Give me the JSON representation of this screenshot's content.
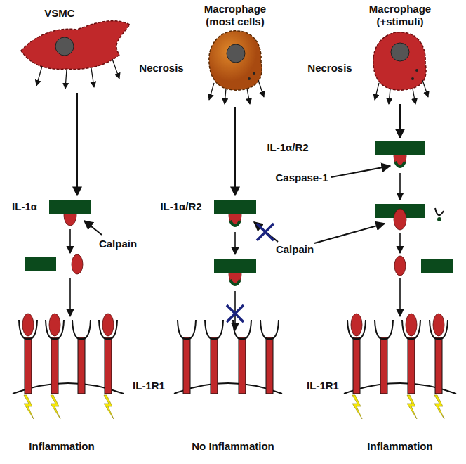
{
  "diagram": {
    "labels": [
      "VSMC",
      "Macrophage (most cells)",
      "Macrophage (+stimuli)",
      "Necrosis",
      "Necrosis",
      "IL-1α/R2",
      "IL-1α",
      "IL-1α/R2",
      "Calpain",
      "Caspase-1",
      "Calpain",
      "IL-1R1",
      "IL-1R1",
      "Inflammation",
      "No Inflammation",
      "Inflammation"
    ]
  }
}
